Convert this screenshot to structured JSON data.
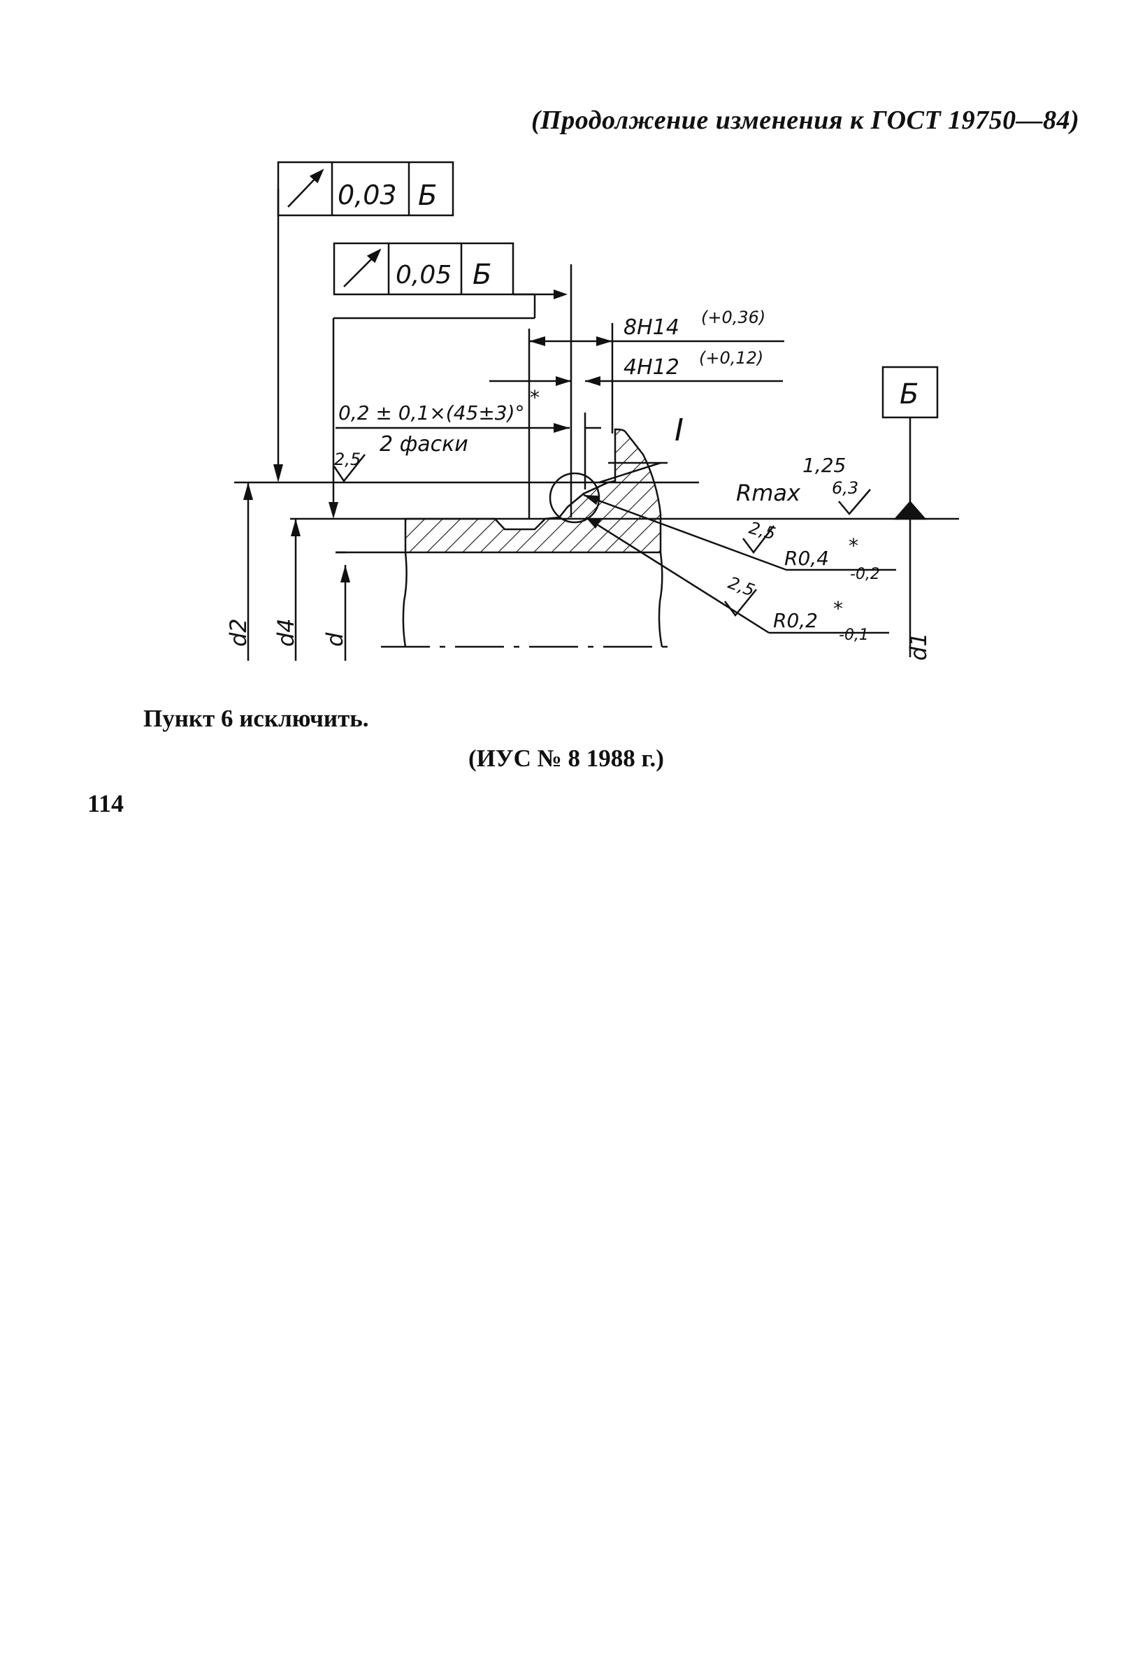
{
  "header": {
    "continuation": "(Продолжение изменения к ГОСТ 19750—84)"
  },
  "drawing": {
    "frame_top": {
      "tolerance": "0,03",
      "datum": "Б"
    },
    "frame_mid": {
      "tolerance": "0,05",
      "datum": "Б"
    },
    "dim_8h14": {
      "base": "8H14",
      "dev": "(+0,36)"
    },
    "dim_4h12": {
      "base": "4H12",
      "dev": "(+0,12)"
    },
    "chamfer": {
      "size": "0,2 ± 0,1×(45±3)°",
      "star": "*",
      "note": "2 фаски"
    },
    "rough_left": "2,5",
    "detail_mark": "I",
    "datum_box": "Б",
    "rough_right_top": "1,25",
    "rmax": {
      "label": "Rmax",
      "value": "6,3"
    },
    "rough_2_5_a": "2,5",
    "radius_04": {
      "base": "R0,4",
      "star": "*",
      "dev": "-0,2"
    },
    "rough_2_5_b": "2,5",
    "radius_02": {
      "base": "R0,2",
      "star": "*",
      "dev": "-0,1"
    },
    "dia_labels": {
      "d2": "d2",
      "d4": "d4",
      "d": "d",
      "d1": "d1"
    }
  },
  "note": "Пункт 6 исключить.",
  "issue": "(ИУС № 8 1988 г.)",
  "page_number": "114",
  "colors": {
    "ink": "#111111",
    "paper": "#ffffff"
  }
}
